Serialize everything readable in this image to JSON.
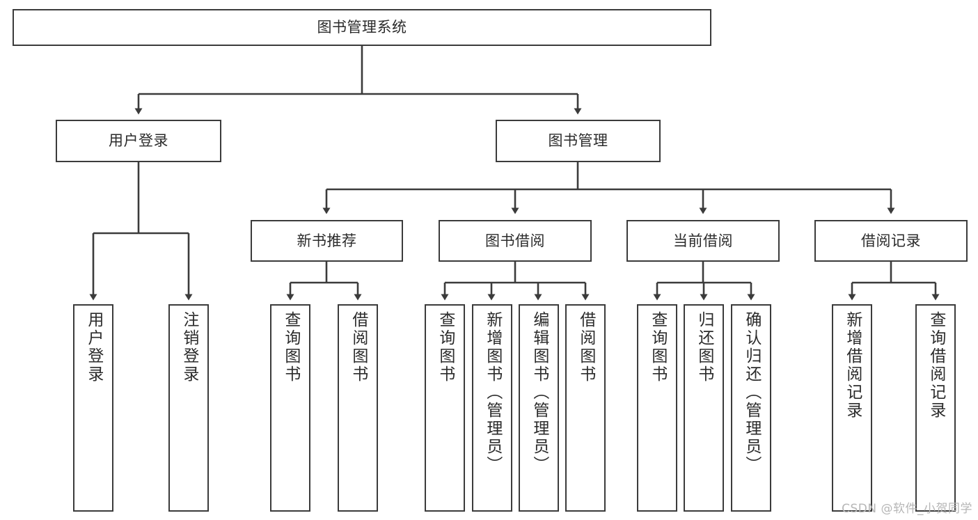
{
  "diagram": {
    "title": "图书管理系统",
    "type": "tree-hierarchy",
    "watermark": "CSDN @软件_小贺同学",
    "colors": {
      "box_border": "#3b3b3b",
      "box_fill": "#ffffff",
      "edge": "#3b3b3b",
      "text": "#2b2b2b",
      "watermark": "#b6b6b6",
      "background": "#ffffff"
    },
    "root": {
      "id": "root",
      "label": "图书管理系统"
    },
    "level2": [
      {
        "id": "user-login",
        "label": "用户登录"
      },
      {
        "id": "book-manage",
        "label": "图书管理"
      }
    ],
    "level3": [
      {
        "id": "new-book-rec",
        "label": "新书推荐",
        "parent": "book-manage"
      },
      {
        "id": "book-borrow",
        "label": "图书借阅",
        "parent": "book-manage"
      },
      {
        "id": "current-borrow",
        "label": "当前借阅",
        "parent": "book-manage"
      },
      {
        "id": "borrow-record",
        "label": "借阅记录",
        "parent": "book-manage"
      }
    ],
    "leaves": [
      {
        "id": "leaf-user-login",
        "label": "用户登录",
        "parent": "user-login"
      },
      {
        "id": "leaf-user-logout",
        "label": "注销登录",
        "parent": "user-login"
      },
      {
        "id": "leaf-query-book-1",
        "label": "查询图书",
        "parent": "new-book-rec"
      },
      {
        "id": "leaf-borrow-book-1",
        "label": "借阅图书",
        "parent": "new-book-rec"
      },
      {
        "id": "leaf-query-book-2",
        "label": "查询图书",
        "parent": "book-borrow"
      },
      {
        "id": "leaf-add-book",
        "label": "新增图书（管理员）",
        "parent": "book-borrow"
      },
      {
        "id": "leaf-edit-book",
        "label": "编辑图书（管理员）",
        "parent": "book-borrow"
      },
      {
        "id": "leaf-borrow-book-2",
        "label": "借阅图书",
        "parent": "book-borrow"
      },
      {
        "id": "leaf-query-book-3",
        "label": "查询图书",
        "parent": "current-borrow"
      },
      {
        "id": "leaf-return-book",
        "label": "归还图书",
        "parent": "current-borrow"
      },
      {
        "id": "leaf-confirm-return",
        "label": "确认归还（管理员）",
        "parent": "current-borrow"
      },
      {
        "id": "leaf-add-record",
        "label": "新增借阅记录",
        "parent": "borrow-record"
      },
      {
        "id": "leaf-query-record",
        "label": "查询借阅记录",
        "parent": "borrow-record"
      }
    ]
  }
}
